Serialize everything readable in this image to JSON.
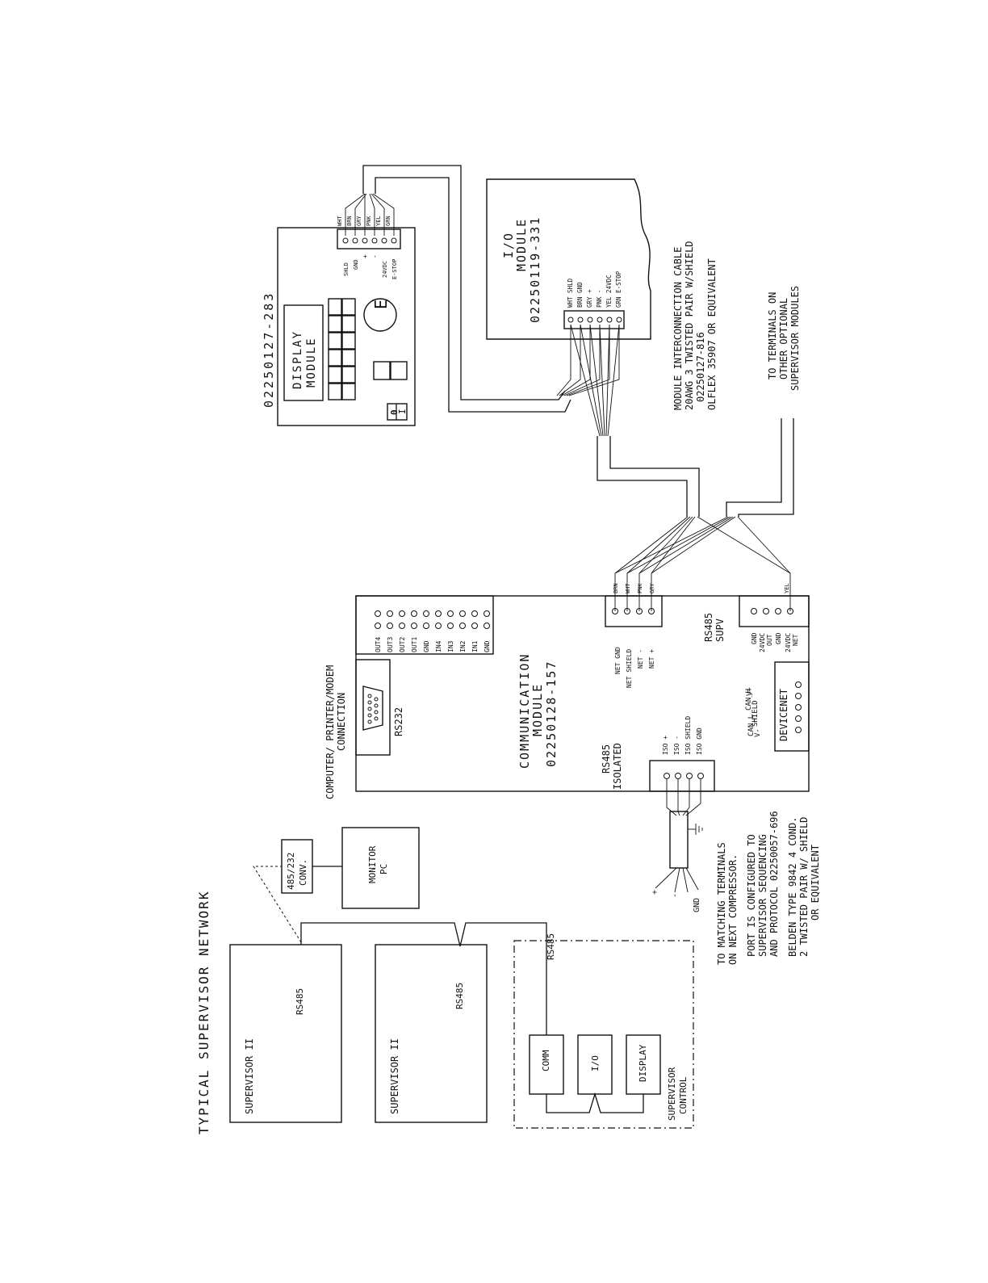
{
  "network": {
    "title": "TYPICAL SUPERVISOR NETWORK",
    "supervisor_a": "SUPERVISOR II",
    "supervisor_b": "SUPERVISOR II",
    "rs485": "RS485",
    "converter": [
      "485/232",
      "CONV."
    ],
    "monitor": [
      "MONITOR",
      "PC"
    ],
    "control_blocks": [
      "COMM",
      "I/O",
      "DISPLAY"
    ],
    "control_label": [
      "SUPERVISOR",
      "CONTROL"
    ]
  },
  "display_module": {
    "part_number": "02250127-283",
    "title": [
      "DISPLAY",
      "MODULE"
    ],
    "e_button": "E",
    "off_key": "0",
    "on_key": "I",
    "terminal_labels": [
      "SHLD",
      "GND",
      "+",
      "-",
      "24VDC",
      "E-STOP"
    ],
    "wire_labels": [
      "WHT",
      "BRN",
      "GRY",
      "PNK",
      "YEL",
      "GRN"
    ]
  },
  "io_module": {
    "title": [
      "I/O",
      "MODULE"
    ],
    "part_number": "02250119-331",
    "terminals": [
      "WHT SHLD",
      "BRN GND",
      "GRY +",
      "PNK -",
      "YEL 24VDC",
      "GRN E-STOP"
    ]
  },
  "comm_module": {
    "title": [
      "COMMUNICATION",
      "MODULE"
    ],
    "part_number": "02250128-157",
    "io_labels": [
      "OUT4",
      "OUT3",
      "OUT2",
      "OUT1",
      "GND",
      "IN4",
      "IN3",
      "IN2",
      "IN1",
      "GND"
    ],
    "computer_label": [
      "COMPUTER/ PRINTER/MODEM",
      "CONNECTION"
    ],
    "rs232": "RS232",
    "net_labels": [
      "NET GND",
      "NET SHIELD",
      "NET -",
      "NET +"
    ],
    "supv_wires": [
      "BRN",
      "WHT",
      "PNK",
      "GRY"
    ],
    "rs485_supv": [
      "RS485",
      "SUPV"
    ],
    "power_labels": [
      "GND",
      "24VDC",
      "OUT",
      "GND",
      "24VDC",
      "NET"
    ],
    "yel_wire": "YEL",
    "can_labels": [
      "CAN_H",
      "SHIELD",
      "CAN_L",
      "V-",
      "V+"
    ],
    "devicenet": "DEVICENET",
    "iso_labels": [
      "ISO +",
      "ISO -",
      "ISO SHIELD",
      "ISO GND"
    ],
    "rs485_isolated": [
      "RS485",
      "ISOLATED"
    ]
  },
  "notes": {
    "interconnect": [
      "MODULE INTERCONNECTION CABLE",
      "20AWG 3 TWISTED PAIR W/SHIELD",
      "02250127-816",
      "OLFLEX 35907 OR EQUIVALENT"
    ],
    "optional": [
      "TO TERMINALS ON",
      "OTHER OPTIONAL",
      "SUPERVISOR MODULES"
    ],
    "matching": [
      "TO MATCHING TERMINALS",
      "ON NEXT COMPRESSOR."
    ],
    "port": [
      "PORT IS CONFIGURED TO",
      "SUPERVISOR SEQUENCING",
      "AND PROTOCOL 02250057-696"
    ],
    "belden": [
      "BELDEN TYPE 9842 4 COND.",
      "2 TWISTED PAIR W/ SHIELD",
      "OR EQUIVALENT"
    ],
    "iso_pins": [
      "+",
      "-",
      "GND"
    ]
  }
}
